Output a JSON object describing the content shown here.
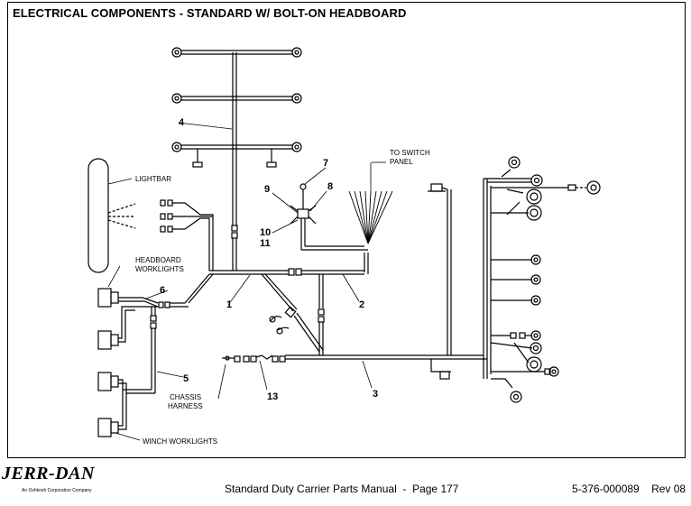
{
  "title": "ELECTRICAL COMPONENTS - STANDARD W/ BOLT-ON HEADBOARD",
  "labels": {
    "lightbar": "LIGHTBAR",
    "headboard_worklights_1": "HEADBOARD",
    "headboard_worklights_2": "WORKLIGHTS",
    "to_switch_panel_1": "TO SWITCH",
    "to_switch_panel_2": "PANEL",
    "chassis_harness_1": "CHASSIS",
    "chassis_harness_2": "HARNESS",
    "winch_worklights": "WINCH WORKLIGHTS"
  },
  "callouts": {
    "c1": "1",
    "c2": "2",
    "c3": "3",
    "c4": "4",
    "c5": "5",
    "c6": "6",
    "c7": "7",
    "c8": "8",
    "c9": "9",
    "c10": "10",
    "c11": "11",
    "c13": "13"
  },
  "footer": {
    "logo": "JERR-DAN",
    "tagline": "An Oshkosh Corporation Company",
    "manual": "Standard Duty Carrier Parts Manual  -  Page 177",
    "doc_number": "5-376-000089    Rev 08"
  }
}
